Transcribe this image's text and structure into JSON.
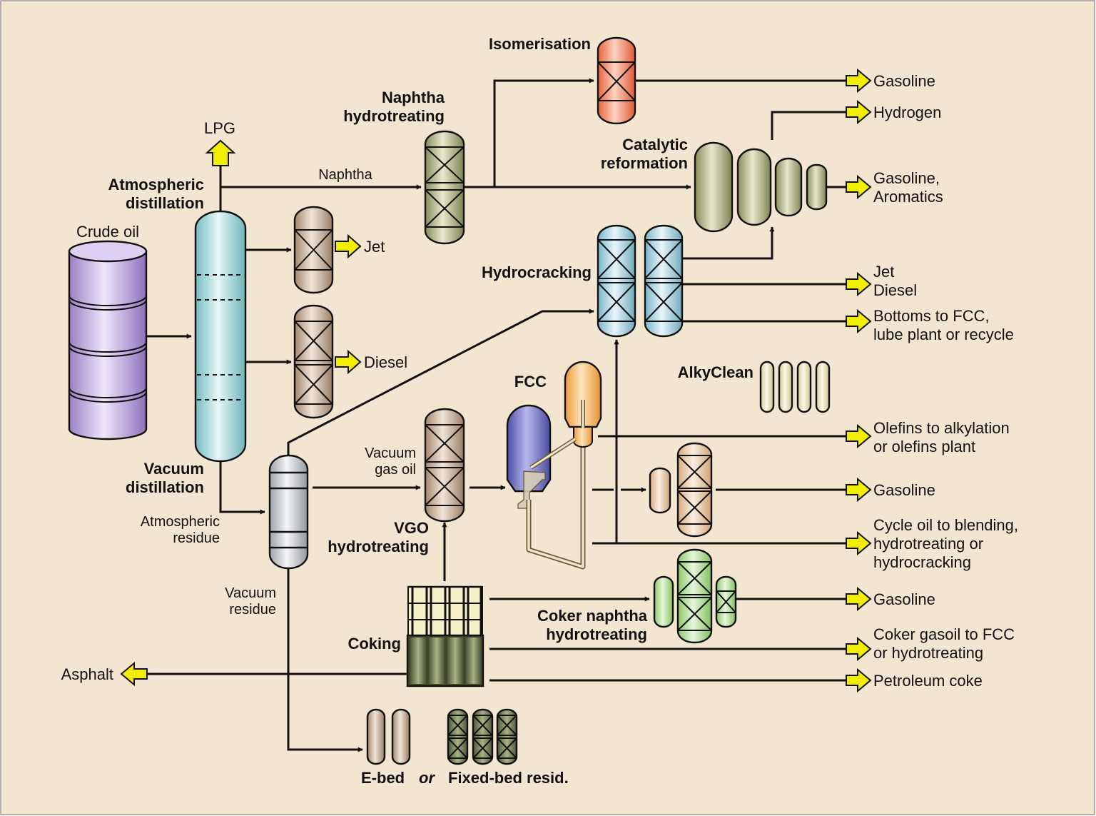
{
  "units": {
    "atmospheric_distillation": "Atmospheric\ndistillation",
    "crude_oil": "Crude oil",
    "naphtha_hydrotreating": "Naphtha\nhydrotreating",
    "isomerisation": "Isomerisation",
    "catalytic_reformation": "Catalytic\nreformation",
    "hydrocracking": "Hydrocracking",
    "vacuum_distillation": "Vacuum\ndistillation",
    "vgo_hydrotreating": "VGO\nhydrotreating",
    "fcc": "FCC",
    "alkyclean": "AlkyClean",
    "coking": "Coking",
    "coker_naphtha_hydrotreating": "Coker naphtha\nhydrotreating",
    "ebed": "E-bed",
    "or_word": "or",
    "fixed_bed_resid": "Fixed-bed resid."
  },
  "streams": {
    "lpg": "LPG",
    "naphtha": "Naphtha",
    "jet": "Jet",
    "diesel": "Diesel",
    "atmospheric_residue": "Atmospheric\nresidue",
    "vacuum_gas_oil": "Vacuum\ngas oil",
    "vacuum_residue": "Vacuum\nresidue",
    "asphalt": "Asphalt"
  },
  "products": {
    "gasoline_isom": "Gasoline",
    "hydrogen": "Hydrogen",
    "gasoline_aromatics": "Gasoline,\nAromatics",
    "jet_diesel": "Jet\nDiesel",
    "bottoms": "Bottoms to FCC,\nlube plant or recycle",
    "olefins": "Olefins to alkylation\nor olefins plant",
    "gasoline_fcc": "Gasoline",
    "cycle_oil": "Cycle oil to blending,\nhydrotreating or\nhydrocracking",
    "gasoline_coker": "Gasoline",
    "coker_gasoil": "Coker gasoil to FCC\nor hydrotreating",
    "petroleum_coke": "Petroleum coke"
  },
  "colors": {
    "background": "#f3e6d0",
    "product_arrow": "#f2ee00",
    "crude_oil_tank": "#b7a0d8",
    "atmospheric_column": "#9fd6d6",
    "naphtha_hydrotreater": "#a2a874",
    "isomerisation_reactor": "#f0805e",
    "reformer": "#a8ab7c",
    "jet_diesel_treaters": "#b79c82",
    "hydrocracker": "#9acddd",
    "vacuum_column": "#b8bcc2",
    "vgo_hydrotreater": "#c2a088",
    "fcc_reactor": "#7474c8",
    "fcc_regenerator": "#f2ab58",
    "alkyclean": "#e6dfb2",
    "coker_naphtha_hydrotreater": "#a9d989",
    "coker_drums": "#6f7a52"
  }
}
